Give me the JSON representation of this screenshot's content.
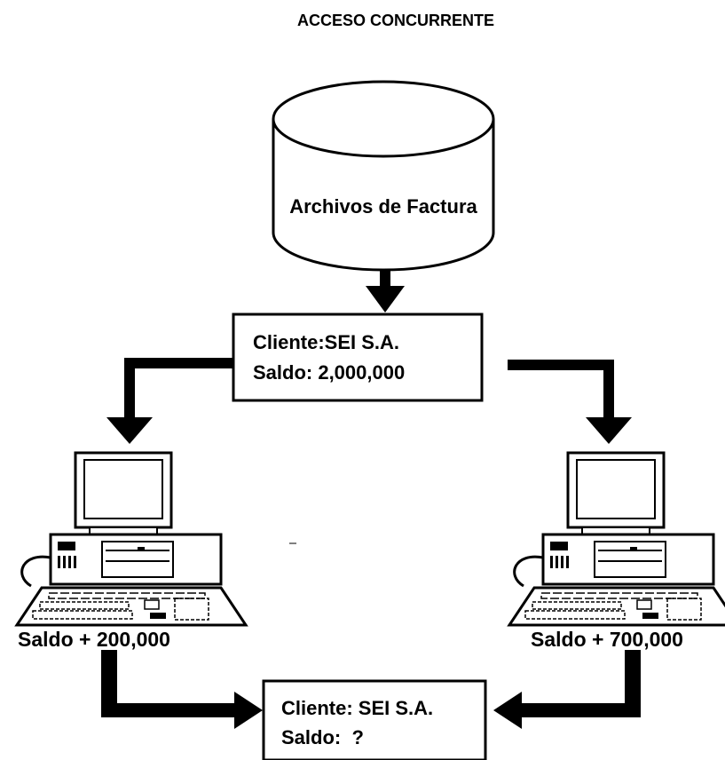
{
  "title": "ACCESO CONCURRENTE",
  "database": {
    "label": "Archivos de Factura"
  },
  "record_top": {
    "line1": "Cliente:SEI S.A.",
    "line2": "Saldo: 2,000,000"
  },
  "left_terminal": {
    "label": "Saldo + 200,000"
  },
  "right_terminal": {
    "label": "Saldo + 700,000"
  },
  "record_bottom": {
    "line1": "Cliente: SEI S.A.",
    "line2": "Saldo:  ?"
  },
  "colors": {
    "ink": "#000000",
    "background": "#ffffff"
  }
}
